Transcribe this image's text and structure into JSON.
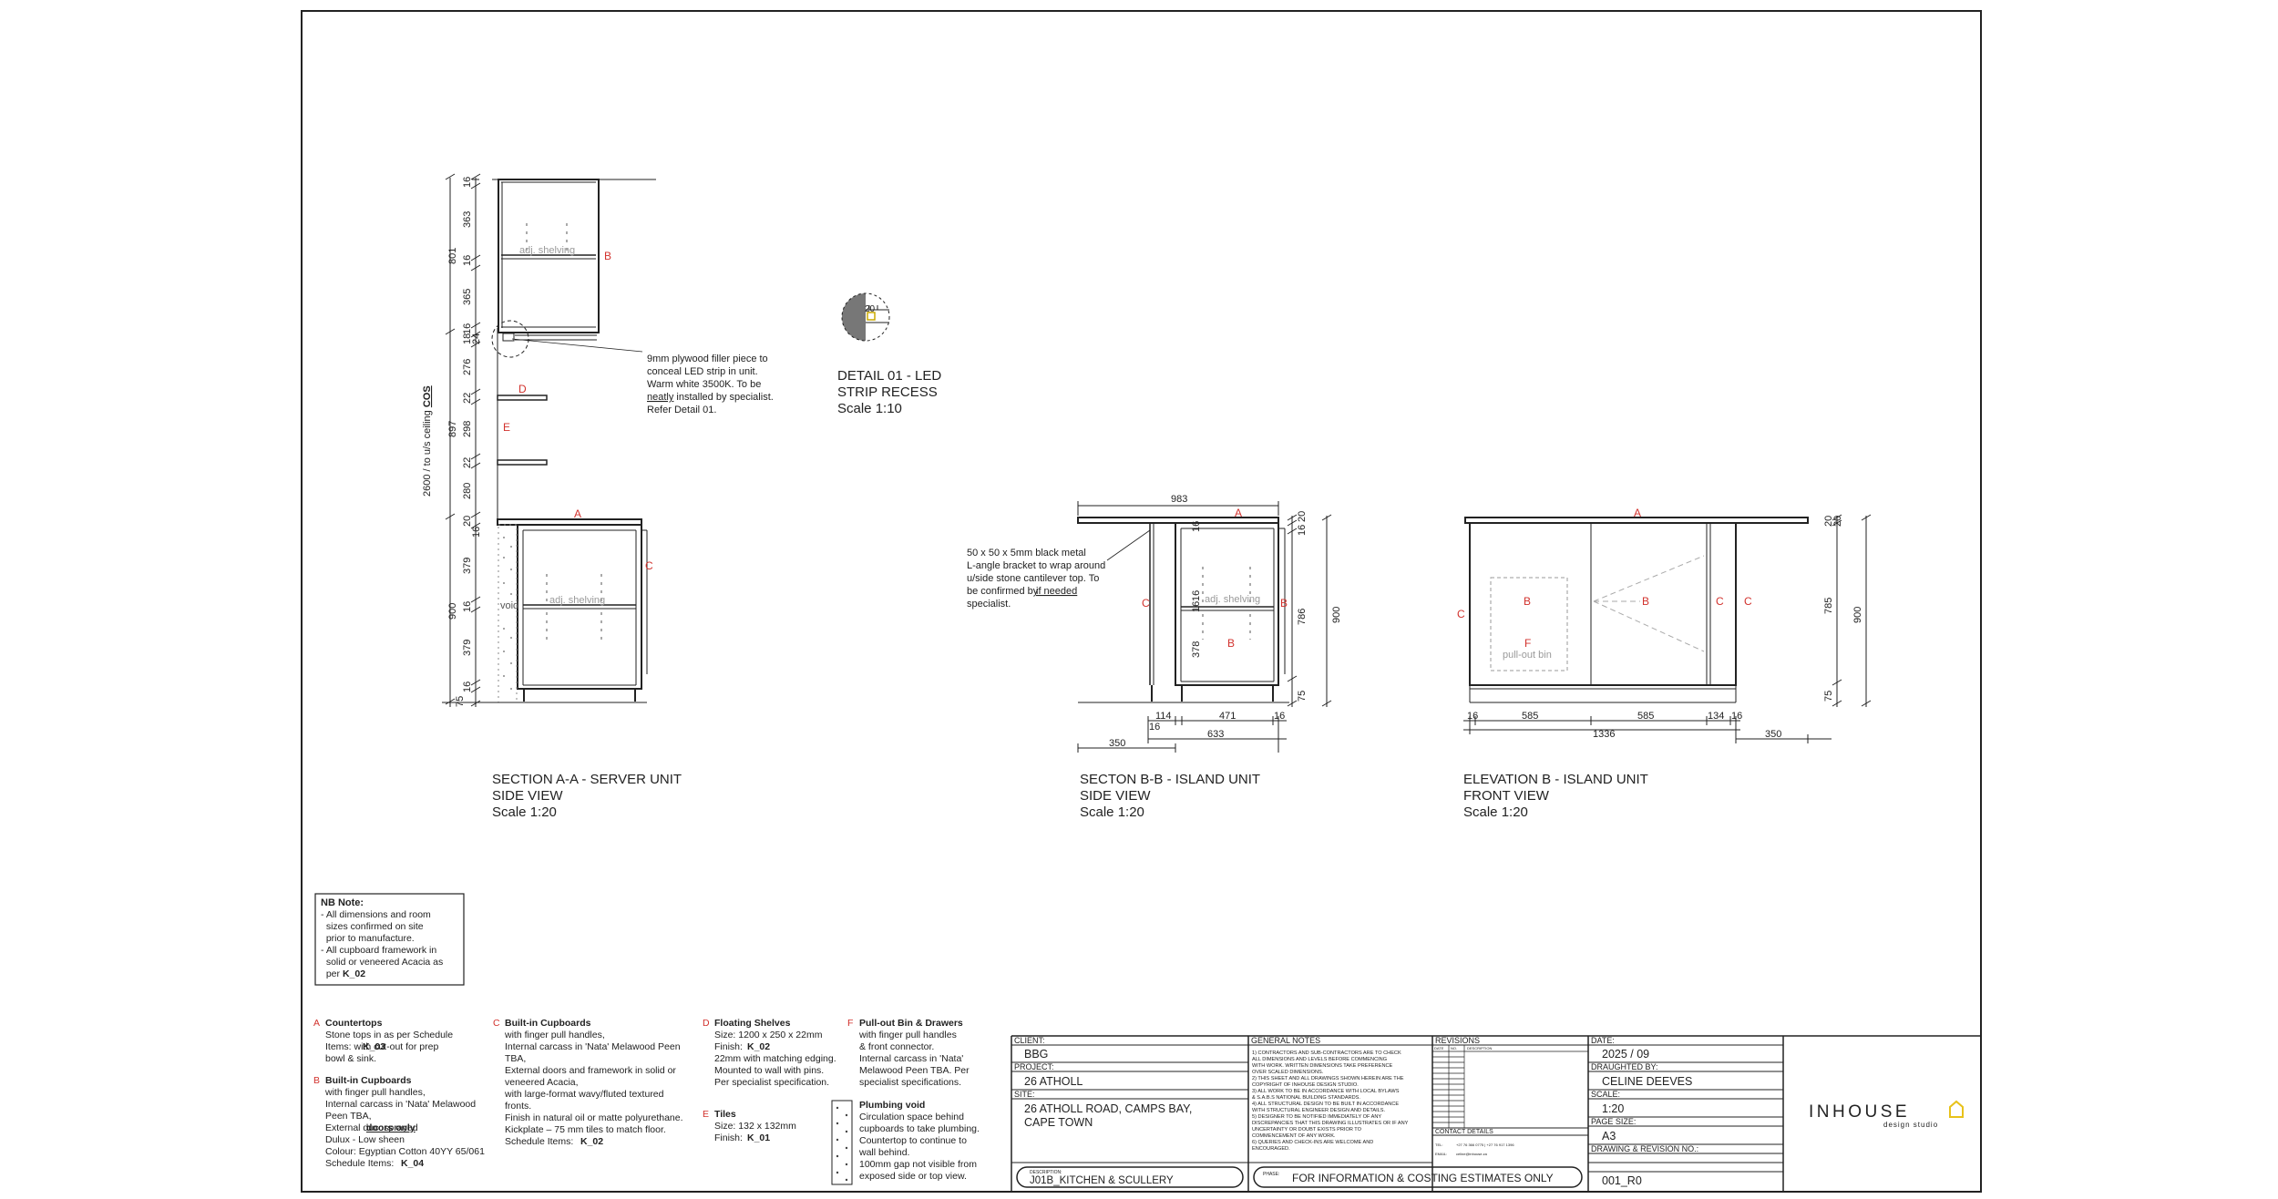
{
  "drawings": {
    "section_a": {
      "title": "SECTION A-A - SERVER UNIT",
      "subtitle": "SIDE VIEW",
      "scale": "Scale 1:20",
      "dims_right": [
        "16",
        "363",
        "16",
        "365",
        "16",
        "18",
        "24",
        "276",
        "22",
        "298",
        "22",
        "280",
        "20",
        "16",
        "379",
        "16",
        "379",
        "16",
        "75"
      ],
      "dims_left": [
        "801",
        "897",
        "900"
      ],
      "total_label_prefix": "2600 / to u/s ceiling ",
      "total_label_cos": "COS",
      "labels": {
        "a": "A",
        "b": "B",
        "c": "C",
        "d": "D",
        "e": "E"
      },
      "shelving_label_1": "adj. shelving",
      "shelving_label_2": "adj. shelving",
      "void_label": "void",
      "note": [
        "9mm plywood filler piece to",
        "conceal LED strip in unit.",
        "Warm white 3500K. To be",
        " installed by specialist.",
        "Refer Detail 01."
      ],
      "note_underlined": "neatly"
    },
    "detail_01": {
      "title": "DETAIL 01 - LED",
      "title2": "STRIP RECESS",
      "scale": "Scale 1:10",
      "dim": "20"
    },
    "section_b": {
      "title": "SECTON B-B - ISLAND UNIT",
      "subtitle": "SIDE VIEW",
      "scale": "Scale 1:20",
      "top_dim": "983",
      "dims_right": [
        "20",
        "16",
        "16",
        "786",
        "16",
        "75"
      ],
      "dims_left": [
        "16",
        "378"
      ],
      "overall_right": "900",
      "bottom_dims": [
        "114",
        "16",
        "471",
        "16"
      ],
      "bottom_total": "633",
      "overhang": "350",
      "labels": {
        "a": "A",
        "c": "C",
        "b1": "B",
        "b2": "B"
      },
      "shelving_label": "adj. shelving",
      "note": [
        "50 x 50 x 5mm black metal",
        "L-angle bracket to wrap around",
        "u/side stone cantilever top. To",
        "be confirmed  by",
        "specialist."
      ],
      "note_underlined": "if needed"
    },
    "elevation_b": {
      "title": "ELEVATION B - ISLAND UNIT",
      "subtitle": "FRONT VIEW",
      "scale": "Scale 1:20",
      "dims_right": [
        "20",
        "20",
        "785",
        "75"
      ],
      "overall_right": "900",
      "bottom_dims": [
        "16",
        "585",
        "585",
        "134",
        "16"
      ],
      "bottom_total": "1336",
      "overhang": "350",
      "labels": {
        "a": "A",
        "b1": "B",
        "b2": "B",
        "c1": "C",
        "c2": "C",
        "c3": "C",
        "f": "F"
      },
      "bin_label": "pull-out bin"
    }
  },
  "nb_note": {
    "heading": "NB Note:",
    "lines": [
      "- All dimensions and room",
      "  sizes confirmed on site",
      "  prior to manufacture.",
      "- All cupboard framework in",
      "  solid or veneered Acacia as",
      "  per "
    ],
    "ref": "K_02"
  },
  "legend": [
    {
      "key": "A",
      "title": "Countertops",
      "lines": [
        "Stone tops in as per Schedule",
        "Items:  with cut-out for prep",
        "bowl & sink."
      ],
      "refs": [
        "K_03"
      ]
    },
    {
      "key": "B",
      "title": "Built-in Cupboards",
      "lines": [
        "with finger pull handles,",
        "Internal carcass in 'Nata' Melawood",
        "Peen TBA,",
        "External  ducosprayed",
        "Dulux - Low sheen",
        "Colour: Egyptian Cotton 40YY 65/061",
        "Schedule Items: "
      ],
      "refs": [
        "doors only",
        "K_04"
      ]
    },
    {
      "key": "C",
      "title": "Built-in Cupboards",
      "lines": [
        "with finger pull handles,",
        "Internal carcass in 'Nata' Melawood Peen",
        "TBA,",
        "External doors and framework in solid or",
        "veneered Acacia,",
        "with large-format wavy/fluted textured",
        "fronts.",
        "Finish in natural oil or matte polyurethane.",
        "Kickplate – 75 mm tiles to match floor.",
        "Schedule Items: "
      ],
      "refs": [
        "K_02"
      ]
    },
    {
      "key": "D",
      "title": "Floating Shelves",
      "lines": [
        "Size: 1200 x 250 x 22mm",
        "Finish: ",
        "22mm with matching edging.",
        "Mounted to wall with pins.",
        "Per specialist specification."
      ],
      "refs": [
        "K_02"
      ]
    },
    {
      "key": "E",
      "title": "Tiles",
      "lines": [
        "Size: 132 x 132mm",
        "Finish: "
      ],
      "refs": [
        "K_01"
      ]
    },
    {
      "key": "F",
      "title": "Pull-out Bin & Drawers",
      "lines": [
        "with finger pull handles",
        "& front connector.",
        "Internal carcass in 'Nata'",
        "Melawood Peen TBA. Per",
        "specialist specifications."
      ],
      "refs": []
    },
    {
      "key": "",
      "title": "Plumbing void",
      "lines": [
        "Circulation space behind",
        "cupboards to take plumbing.",
        "Countertop to continue to",
        "wall behind.",
        "100mm gap not visible from",
        "exposed side or top view."
      ],
      "refs": []
    }
  ],
  "title_block": {
    "client_label": "CLIENT:",
    "client": "BBG",
    "project_label": "PROJECT:",
    "project": "26 ATHOLL",
    "site_label": "SITE:",
    "site_line1": "26 ATHOLL ROAD, CAMPS BAY,",
    "site_line2": "CAPE TOWN",
    "description_label": "DESCRIPTION:",
    "description": "J01B_KITCHEN & SCULLERY",
    "general_notes_label": "GENERAL NOTES",
    "general_notes": [
      "1) CONTRACTORS AND SUB-CONTRACTORS ARE TO CHECK",
      "   ALL DIMENSIONS AND LEVELS BEFORE COMMENCING",
      "   WITH WORK. WRITTEN DIMENSIONS TAKE PREFERENCE",
      "   OVER SCALED DIMENSIONS.",
      "2) THIS SHEET AND ALL DRAWINGS SHOWN HEREIN ARE THE",
      "   COPYRIGHT OF INHOUSE DESIGN STUDIO.",
      "3) ALL WORK TO BE IN ACCORDANCE WITH LOCAL BYLAWS",
      "   & S.A.B.S NATIONAL BUILDING STANDARDS.",
      "4) ALL STRUCTURAL DESIGN TO BE BUILT IN ACCORDANCE",
      "   WITH STRUCTURAL ENGINEER DESIGN AND DETAILS.",
      "5) DESIGNER TO BE NOTIFIED IMMEDIATELY OF ANY",
      "   DISCREPANCIES THAT THIS DRAWING ILLUSTRATES OR IF ANY",
      "   UNCERTAINTY OR DOUBT EXISTS PRIOR TO",
      "   COMMENCEMENT OF ANY WORK.",
      "6) QUERIES AND CHECK-INS ARE WELCOME AND",
      "   ENCOURAGED."
    ],
    "phase_label": "PHASE:",
    "phase": "FOR INFORMATION & COSTING ESTIMATES ONLY",
    "revisions_label": "REVISIONS",
    "rev_cols": [
      "DATE",
      "NO.",
      "DESCRIPTION"
    ],
    "contact_label": "CONTACT DETAILS",
    "contact_tel_label": "TEL:",
    "contact_tel": "+27 76 366 0775 | +27 76 917 1396",
    "contact_email_label": "EMAIL:",
    "contact_email": "celine@inhouse.za",
    "date_label": "DATE:",
    "date": "2025 / 09",
    "drafted_label": "DRAUGHTED BY:",
    "drafted": "CELINE DEEVES",
    "scale_label": "SCALE:",
    "scale": "1:20",
    "page_label": "PAGE SIZE:",
    "page": "A3",
    "drawing_no_label": "DRAWING & REVISION NO.:",
    "drawing_no": "001_R0",
    "brand": "INHOUSE",
    "brand_sub": "design studio",
    "brand_color": "#e8c21a"
  }
}
